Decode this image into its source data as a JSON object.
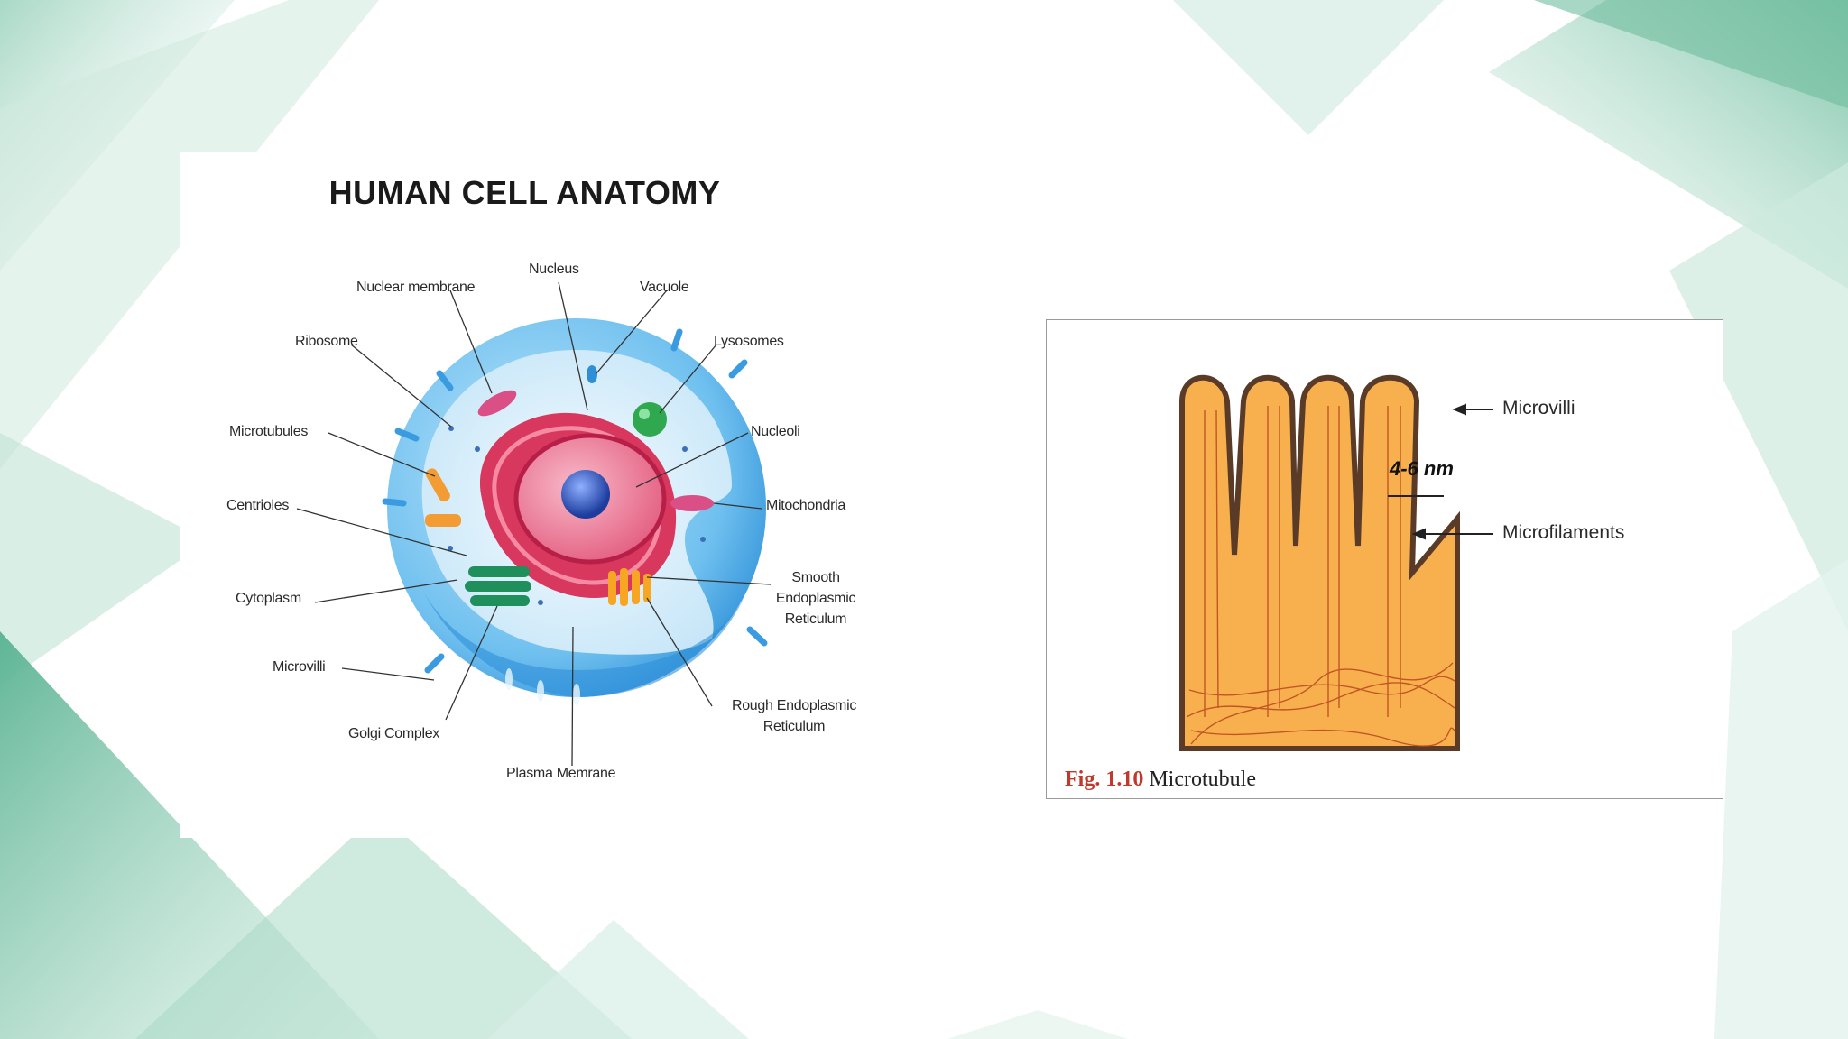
{
  "colors": {
    "accent_green": "#4aa58a",
    "figure_caption_red": "#c0392b"
  },
  "cell_diagram": {
    "title": "HUMAN CELL ANATOMY",
    "labels": {
      "nucleus": "Nucleus",
      "nuclear_membrane": "Nuclear membrane",
      "vacuole": "Vacuole",
      "ribosome": "Ribosome",
      "lysosomes": "Lysosomes",
      "microtubules": "Microtubules",
      "nucleoli": "Nucleoli",
      "centrioles": "Centrioles",
      "mitochondria": "Mitochondria",
      "smooth_er_1": "Smooth",
      "smooth_er_2": "Endoplasmic",
      "smooth_er_3": "Reticulum",
      "cytoplasm": "Cytoplasm",
      "microvilli": "Microvilli",
      "rough_er_1": "Rough Endoplasmic",
      "rough_er_2": "Reticulum",
      "golgi": "Golgi Complex",
      "plasma_membrane": "Plasma Memrane"
    }
  },
  "microvilli_figure": {
    "labels": {
      "microvilli": "Microvilli",
      "microfilaments": "Microfilaments"
    },
    "handwritten_note": "4-6 nm",
    "caption_number": "Fig. 1.10",
    "caption_text": "Microtubule"
  }
}
